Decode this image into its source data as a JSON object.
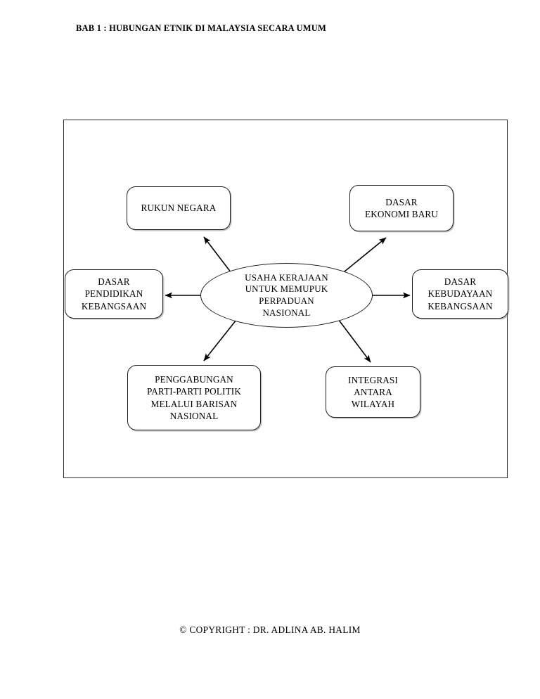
{
  "document": {
    "title": "BAB 1 : HUBUNGAN ETNIK DI MALAYSIA SECARA UMUM",
    "footer": "© COPYRIGHT : DR. ADLINA AB. HALIM",
    "background_color": "#ffffff",
    "ink_color": "#000000",
    "frame_border_color": "#2b2b2b"
  },
  "diagram": {
    "type": "radial-hub-and-spoke",
    "center": {
      "id": "usaha-kerajaan",
      "shape": "ellipse",
      "label": "USAHA KERAJAAN\nUNTUK MEMUPUK\nPERPADUAN\nNASIONAL"
    },
    "nodes": [
      {
        "id": "rukun-negara",
        "shape": "rounded-rectangle",
        "label": "RUKUN NEGARA",
        "direction": "up-left"
      },
      {
        "id": "dasar-ekonomi-baru",
        "shape": "rounded-rectangle",
        "label": "DASAR\nEKONOMI BARU",
        "direction": "up-right"
      },
      {
        "id": "dasar-pendidikan-kebangsaan",
        "shape": "rounded-rectangle",
        "label": "DASAR\nPENDIDIKAN\nKEBANGSAAN",
        "direction": "left"
      },
      {
        "id": "dasar-kebudayaan-kebangsaan",
        "shape": "rounded-rectangle",
        "label": "DASAR\nKEBUDAYAAN\nKEBANGSAAN",
        "direction": "right"
      },
      {
        "id": "penggabungan-parti-parti-politik",
        "shape": "rounded-rectangle",
        "label": "PENGGABUNGAN\nPARTI-PARTI POLITIK\nMELALUI BARISAN\nNASIONAL",
        "direction": "down-left"
      },
      {
        "id": "integrasi-antara-wilayah",
        "shape": "rounded-rectangle",
        "label": "INTEGRASI\nANTARA\nWILAYAH",
        "direction": "down-right"
      }
    ],
    "connectors": [
      {
        "from": "usaha-kerajaan",
        "to": "rukun-negara",
        "style": "solid-arrow"
      },
      {
        "from": "usaha-kerajaan",
        "to": "dasar-ekonomi-baru",
        "style": "solid-arrow"
      },
      {
        "from": "usaha-kerajaan",
        "to": "dasar-pendidikan-kebangsaan",
        "style": "solid-arrow"
      },
      {
        "from": "usaha-kerajaan",
        "to": "dasar-kebudayaan-kebangsaan",
        "style": "solid-arrow"
      },
      {
        "from": "usaha-kerajaan",
        "to": "penggabungan-parti-parti-politik",
        "style": "solid-arrow"
      },
      {
        "from": "usaha-kerajaan",
        "to": "integrasi-antara-wilayah",
        "style": "solid-arrow"
      }
    ]
  }
}
